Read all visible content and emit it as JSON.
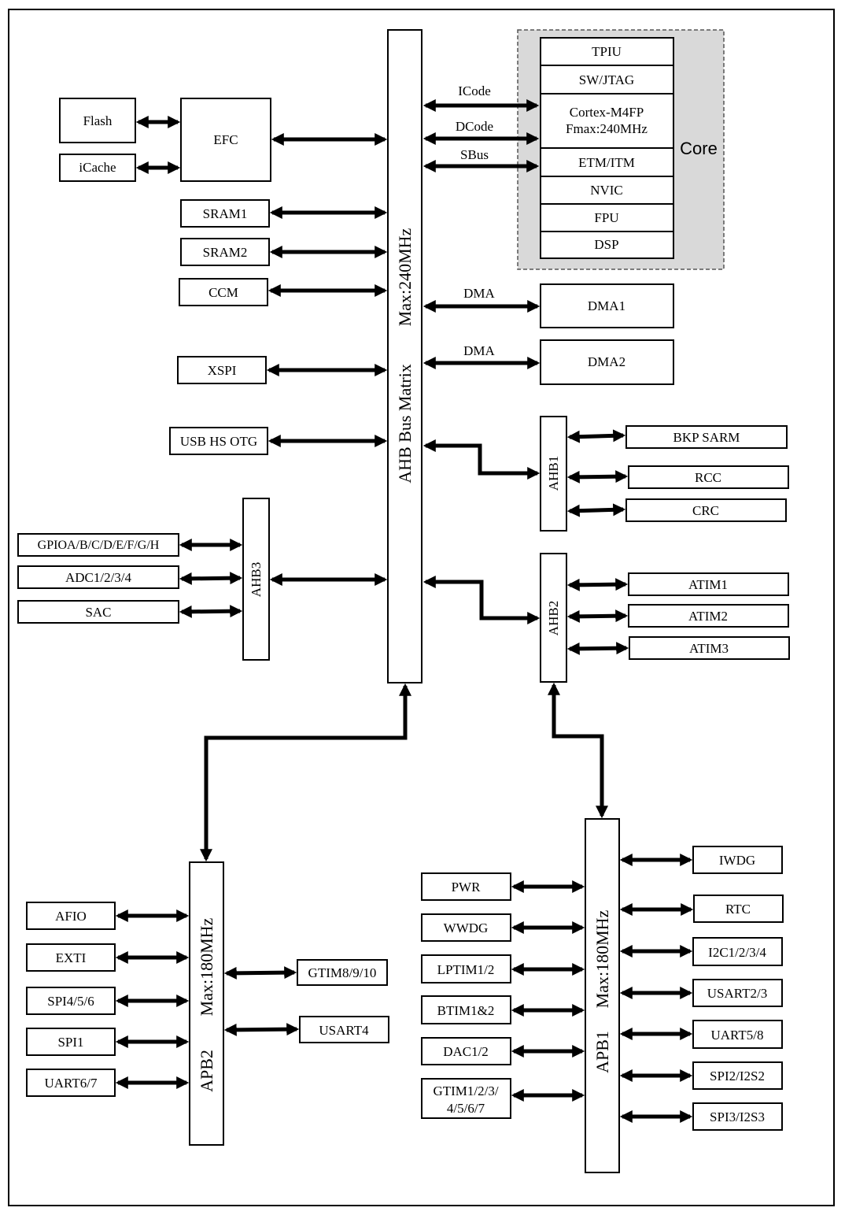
{
  "core": {
    "label": "Core",
    "rows": [
      "TPIU",
      "SW/JTAG",
      "Cortex-M4FP",
      "Fmax:240MHz",
      "ETM/ITM",
      "NVIC",
      "FPU",
      "DSP"
    ],
    "fill": "#d9d9d9"
  },
  "ahb_matrix": {
    "name": "AHB Bus Matrix",
    "freq": "Max:240MHz"
  },
  "links": {
    "icode": "ICode",
    "dcode": "DCode",
    "sbus": "SBus",
    "dma": "DMA"
  },
  "memory": {
    "flash": "Flash",
    "icache": "iCache",
    "efc": "EFC",
    "sram1": "SRAM1",
    "sram2": "SRAM2",
    "ccm": "CCM",
    "xspi": "XSPI",
    "usb": "USB HS OTG"
  },
  "dma": [
    "DMA1",
    "DMA2"
  ],
  "ahb1": {
    "name": "AHB1",
    "items": [
      "BKP SARM",
      "RCC",
      "CRC"
    ]
  },
  "ahb2": {
    "name": "AHB2",
    "items": [
      "ATIM1",
      "ATIM2",
      "ATIM3"
    ]
  },
  "ahb3": {
    "name": "AHB3",
    "items": [
      "GPIOA/B/C/D/E/F/G/H",
      "ADC1/2/3/4",
      "SAC"
    ]
  },
  "apb2": {
    "name": "APB2",
    "freq": "Max:180MHz",
    "left": [
      "AFIO",
      "EXTI",
      "SPI4/5/6",
      "SPI1",
      "UART6/7"
    ],
    "right": [
      "GTIM8/9/10",
      "USART4"
    ]
  },
  "apb1": {
    "name": "APB1",
    "freq": "Max:180MHz",
    "left": [
      "PWR",
      "WWDG",
      "LPTIM1/2",
      "BTIM1&2",
      "DAC1/2"
    ],
    "gtim": [
      "GTIM1/2/3/",
      "4/5/6/7"
    ],
    "right": [
      "IWDG",
      "RTC",
      "I2C1/2/3/4",
      "USART2/3",
      "UART5/8",
      "SPI2/I2S2",
      "SPI3/I2S3"
    ]
  }
}
